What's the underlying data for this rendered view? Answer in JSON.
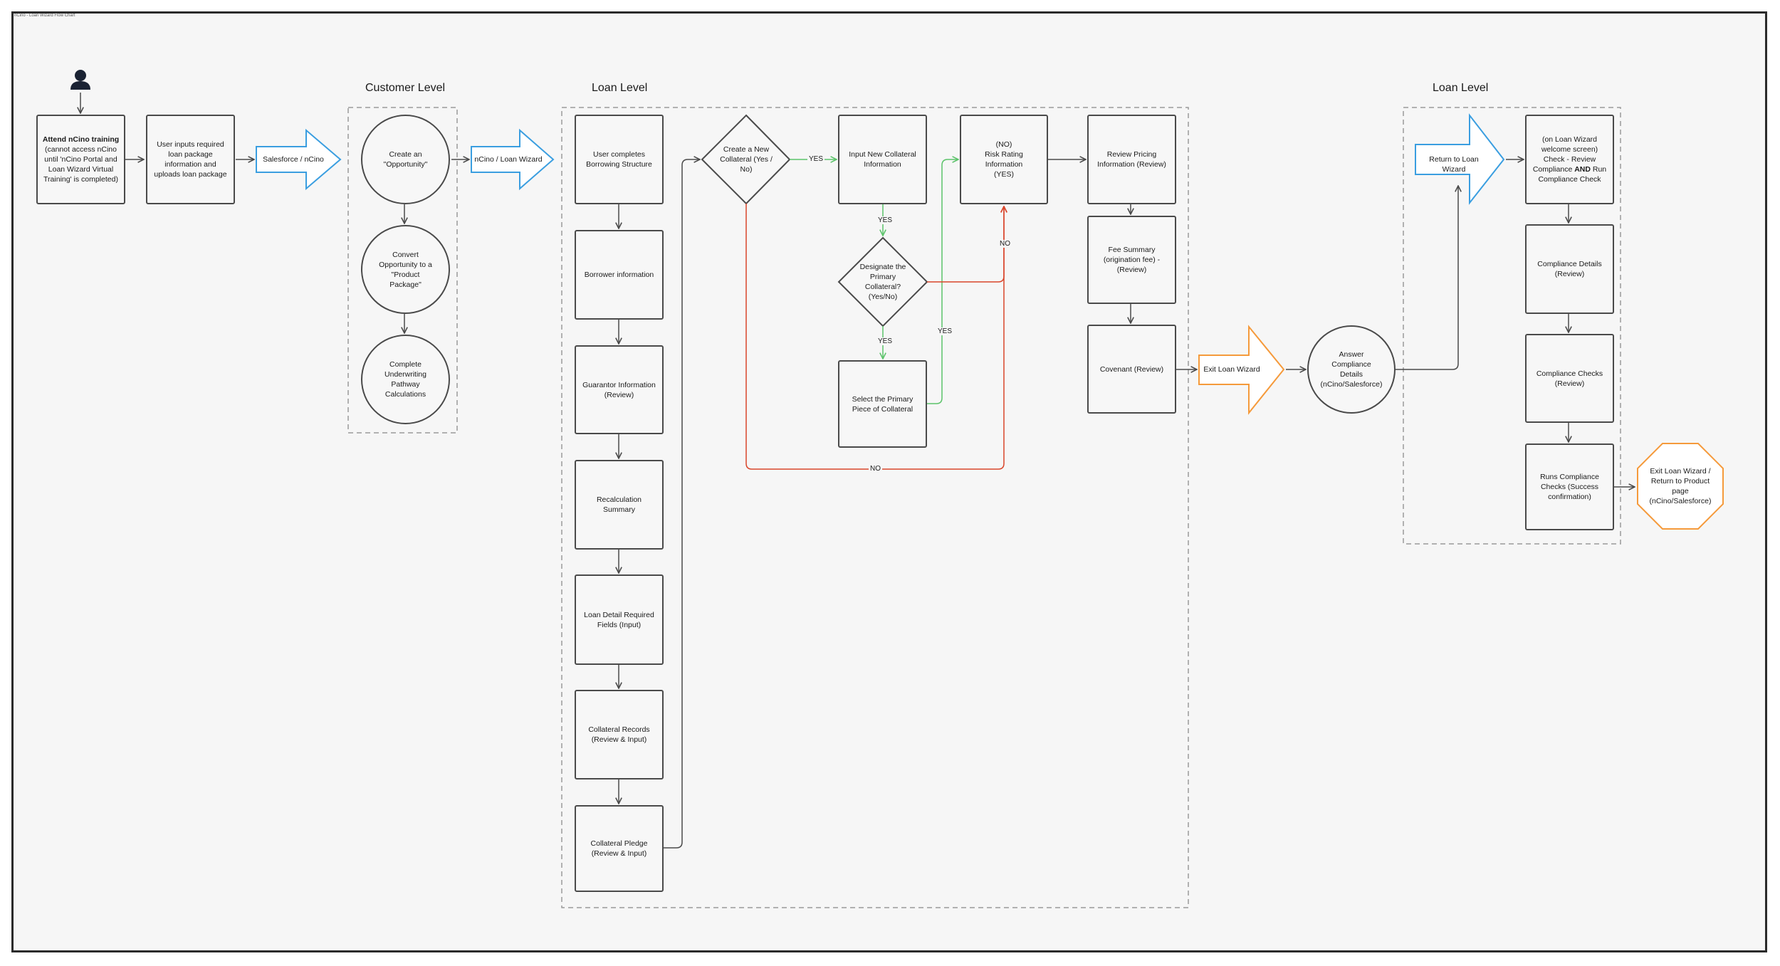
{
  "frame": {
    "title": "nCino - Loan Wizard Flow Chart"
  },
  "sections": {
    "customer_level": "Customer Level",
    "loan_level_1": "Loan Level",
    "loan_level_2": "Loan Level"
  },
  "nodes": {
    "attend_training_bold": "Attend nCino training",
    "attend_training_rest": "(cannot access nCino until 'nCino Portal and Loan Wizard Virtual Training' is completed)",
    "user_inputs": "User inputs required loan package information and uploads loan package",
    "salesforce_ncino": "Salesforce / nCino",
    "create_opportunity": "Create an \"Opportunity\"",
    "convert_opportunity": "Convert Opportunity to a \"Product Package\"",
    "complete_underwriting": "Complete Underwriting Pathway Calculations",
    "ncino_loan_wizard": "nCino / Loan Wizard",
    "borrowing_structure": "User completes Borrowing Structure",
    "borrower_information": "Borrower information",
    "guarantor_information": "Guarantor Information (Review)",
    "recalculation_summary": "Recalculation Summary",
    "loan_detail_fields": "Loan Detail Required Fields (Input)",
    "collateral_records": "Collateral Records (Review & Input)",
    "collateral_pledge": "Collateral Pledge (Review & Input)",
    "create_new_collateral": "Create a New Collateral (Yes / No)",
    "input_new_collateral": "Input New Collateral Information",
    "designate_primary": "Designate the Primary Collateral? (Yes/No)",
    "select_primary": "Select the Primary Piece of Collateral",
    "risk_rating": "(NO)\nRisk Rating Information\n(YES)",
    "review_pricing": "Review Pricing Information (Review)",
    "fee_summary": "Fee Summary (origination fee) - (Review)",
    "covenant": "Covenant (Review)",
    "exit_loan_wizard": "Exit Loan Wizard",
    "answer_compliance": "Answer Compliance Details (nCino/Salesforce)",
    "return_to_loan_wizard": "Return to Loan Wizard",
    "welcome_check_pre": "(on Loan Wizard welcome screen) Check - Review Compliance ",
    "welcome_check_bold": "AND",
    "welcome_check_post": " Run Compliance Check",
    "compliance_details": "Compliance Details (Review)",
    "compliance_checks": "Compliance Checks (Review)",
    "runs_compliance": "Runs Compliance Checks (Success confirmation)",
    "exit_return_product": "Exit Loan Wizard / Return to Product page (nCino/Salesforce)"
  },
  "edge_labels": {
    "yes_1": "YES",
    "yes_2": "YES",
    "yes_3": "YES",
    "yes_4": "YES",
    "no_1": "NO",
    "no_2": "NO"
  },
  "colors": {
    "blue": "#3a9ee0",
    "orange": "#f59a3b",
    "green": "#5cc36a",
    "red": "#d9452a",
    "stroke": "#4a4a4a"
  },
  "icons": {
    "person": "person-icon"
  }
}
